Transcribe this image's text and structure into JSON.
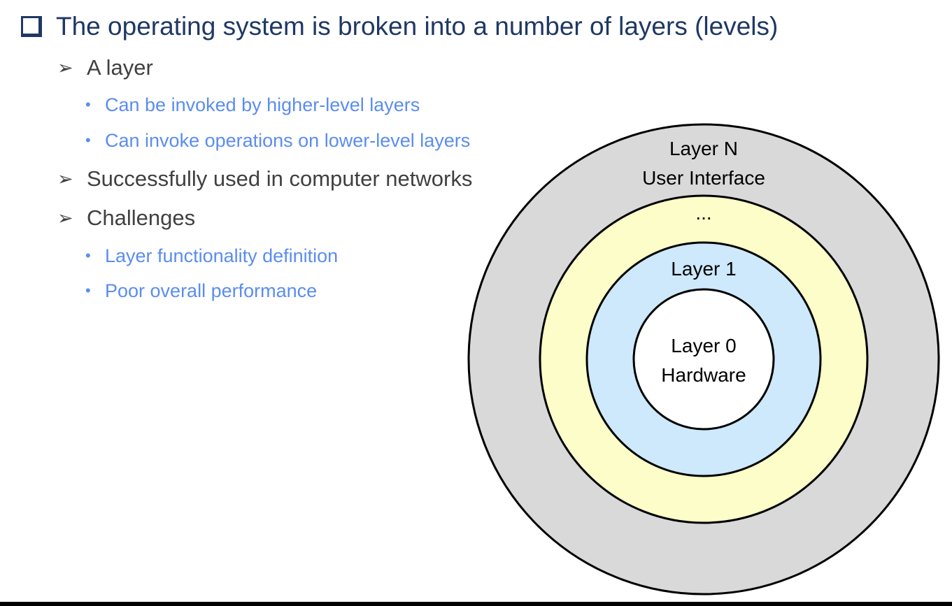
{
  "title": "The operating system is broken into a number of layers (levels)",
  "items": [
    {
      "text": "A layer",
      "subitems": [
        "Can be invoked by higher-level layers",
        "Can invoke operations on lower-level layers"
      ]
    },
    {
      "text": "Successfully used in computer networks",
      "subitems": []
    },
    {
      "text": "Challenges",
      "subitems": [
        "Layer functionality definition",
        "Poor overall performance"
      ]
    }
  ],
  "glyphs": {
    "checkbox_icon": "checkbox-icon",
    "arrow": "➢",
    "bullet": "•"
  },
  "diagram": {
    "rings": [
      {
        "name": "Layer N",
        "label_lines": [
          "Layer N",
          "User Interface"
        ],
        "fill": "#d9d9d9"
      },
      {
        "name": "...",
        "label_lines": [
          "..."
        ],
        "fill": "#fdfdc9"
      },
      {
        "name": "Layer 1",
        "label_lines": [
          "Layer 1"
        ],
        "fill": "#cde9fb"
      },
      {
        "name": "Layer 0",
        "label_lines": [
          "Layer 0",
          "Hardware"
        ],
        "fill": "#ffffff"
      }
    ]
  },
  "colors": {
    "title": "#1f3864",
    "level1": "#404040",
    "level2": "#5b8def",
    "stroke": "#000000"
  }
}
